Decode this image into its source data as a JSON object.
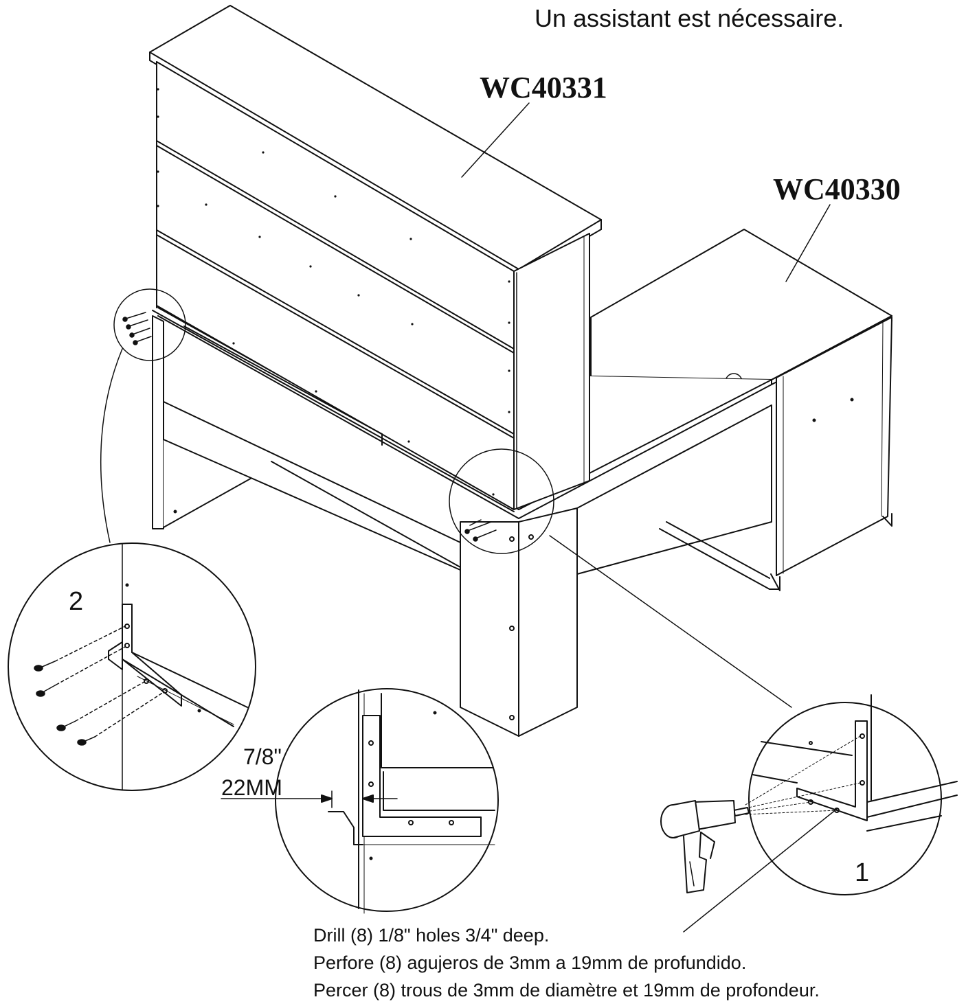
{
  "header": {
    "assistant_note": "Un assistant est nécessaire."
  },
  "parts": {
    "hutch_label": "WC40331",
    "desk_label": "WC40330"
  },
  "details": {
    "step_left": "2",
    "step_right": "1",
    "dimension_imperial": "7/8\"",
    "dimension_metric": "22MM"
  },
  "instructions": {
    "english": "Drill (8) 1/8\" holes 3/4\" deep.",
    "spanish": "Perfore (8) agujeros de 3mm a 19mm de profundido.",
    "french": "Percer (8) trous de 3mm de diamètre et 19mm de profondeur."
  }
}
